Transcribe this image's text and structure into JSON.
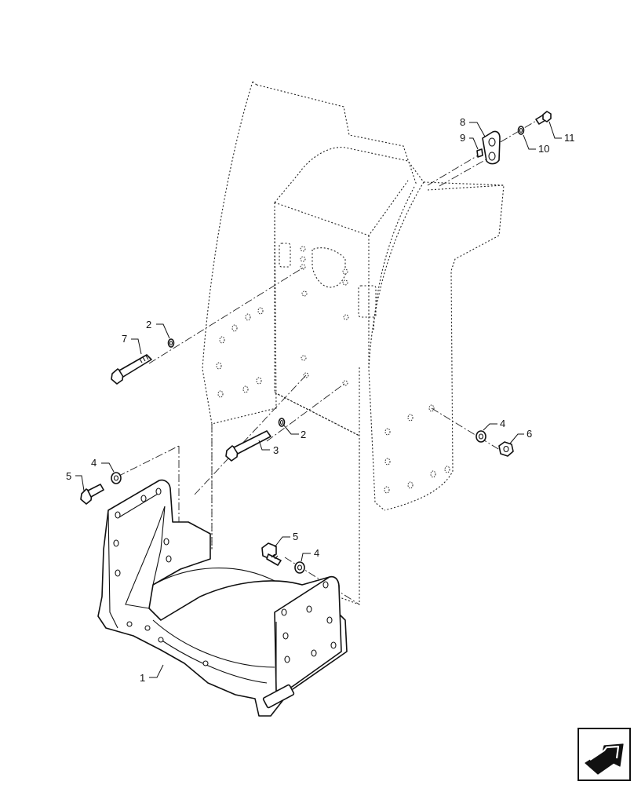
{
  "callouts": [
    {
      "id": "c1",
      "text": "1"
    },
    {
      "id": "c2a",
      "text": "2"
    },
    {
      "id": "c2b",
      "text": "2"
    },
    {
      "id": "c3",
      "text": "3"
    },
    {
      "id": "c4a",
      "text": "4"
    },
    {
      "id": "c4b",
      "text": "4"
    },
    {
      "id": "c4c",
      "text": "4"
    },
    {
      "id": "c5a",
      "text": "5"
    },
    {
      "id": "c5b",
      "text": "5"
    },
    {
      "id": "c6",
      "text": "6"
    },
    {
      "id": "c7",
      "text": "7"
    },
    {
      "id": "c8",
      "text": "8"
    },
    {
      "id": "c9",
      "text": "9"
    },
    {
      "id": "c10",
      "text": "10"
    },
    {
      "id": "c11",
      "text": "11"
    }
  ],
  "icons": {
    "nav": "next-page-arrow-icon"
  },
  "colors": {
    "line": "#111111",
    "background": "#ffffff"
  }
}
